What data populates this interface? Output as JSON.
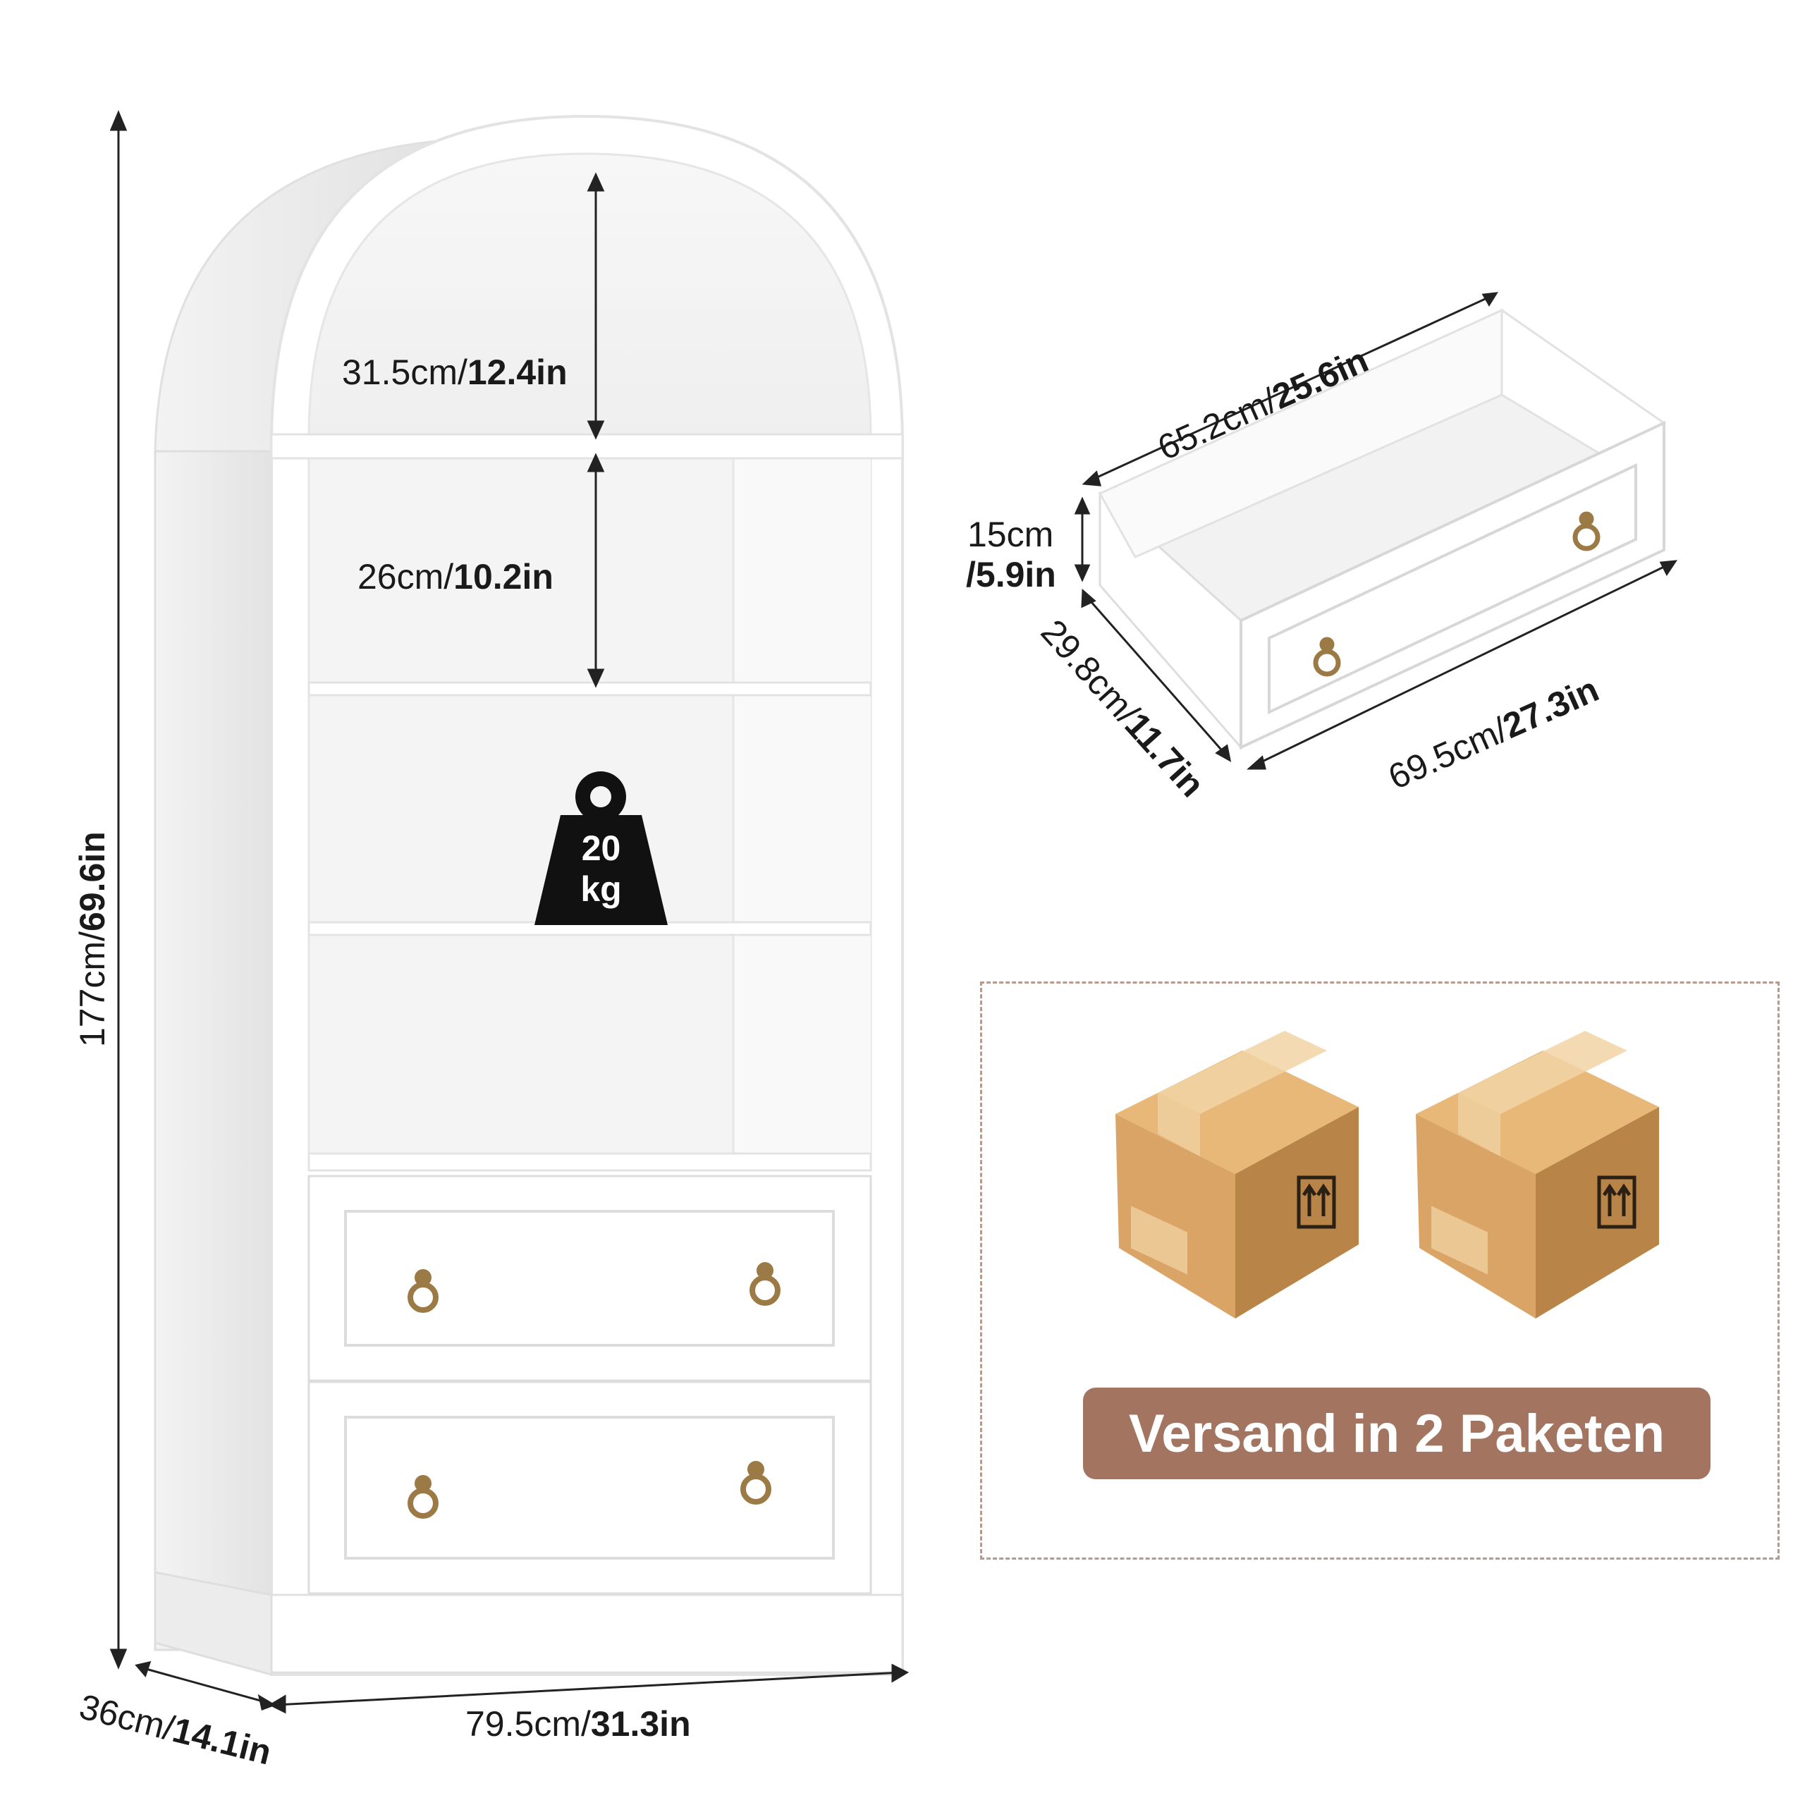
{
  "dimensions": {
    "top_arch_height": {
      "cm": "31.5cm/",
      "in": "12.4in"
    },
    "shelf_height": {
      "cm": "26cm/",
      "in": "10.2in"
    },
    "total_height": {
      "cm": "177cm/",
      "in": "69.6in"
    },
    "depth": {
      "cm": "36cm/",
      "in": "14.1in"
    },
    "width": {
      "cm": "79.5cm/",
      "in": "31.3in"
    },
    "drawer_inner_width": {
      "cm": "65.2cm/",
      "in": "25.6in"
    },
    "drawer_height": {
      "cm": "15cm",
      "in": "/5.9in"
    },
    "drawer_depth": {
      "cm": "29.8cm/",
      "in": "11.7in"
    },
    "drawer_outer_width": {
      "cm": "69.5cm/",
      "in": "27.3in"
    }
  },
  "weight_badge": {
    "value": "20",
    "unit": "kg"
  },
  "shipping": {
    "label": "Versand in 2 Paketen",
    "packages": 2
  },
  "colors": {
    "furniture": "#ffffff",
    "furniture_shade": "#eeeeee",
    "handle": "#9c7a45",
    "box": "#d9a466",
    "box_dark": "#b98447",
    "banner": "#a37561",
    "dashed_border": "#b59a8e",
    "weight_icon": "#111111"
  },
  "icons": {
    "weight": "kettlebell-weight-icon",
    "package": "cardboard-box-icon",
    "this_side_up": "this-side-up-arrows-icon"
  }
}
